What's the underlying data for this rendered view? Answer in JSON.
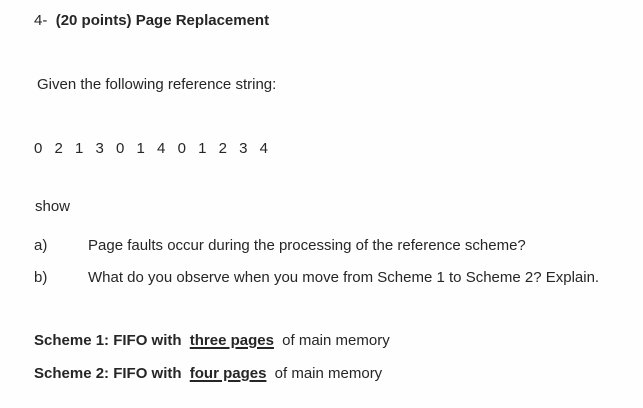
{
  "page": {
    "background_color": "#fefefe",
    "text_color": "#262626"
  },
  "document": {
    "heading": {
      "number": "4-",
      "title": "(20 points) Page Replacement"
    },
    "intro": "Given the following reference string:",
    "reference_string": "0 2 1 3 0 1 4 0 1 2 3 4",
    "show_label": "show",
    "questions": [
      {
        "label": "a)",
        "text": "Page faults occur during the processing of the reference scheme?"
      },
      {
        "label": "b)",
        "text": "What do you observe when you move from Scheme 1 to Scheme 2? Explain."
      }
    ],
    "schemes": [
      {
        "prefix": "Scheme 1: FIFO with",
        "underlined": "three pages",
        "suffix": "of main memory"
      },
      {
        "prefix": "Scheme 2: FIFO with",
        "underlined": "four pages",
        "suffix": "of main memory"
      }
    ]
  }
}
